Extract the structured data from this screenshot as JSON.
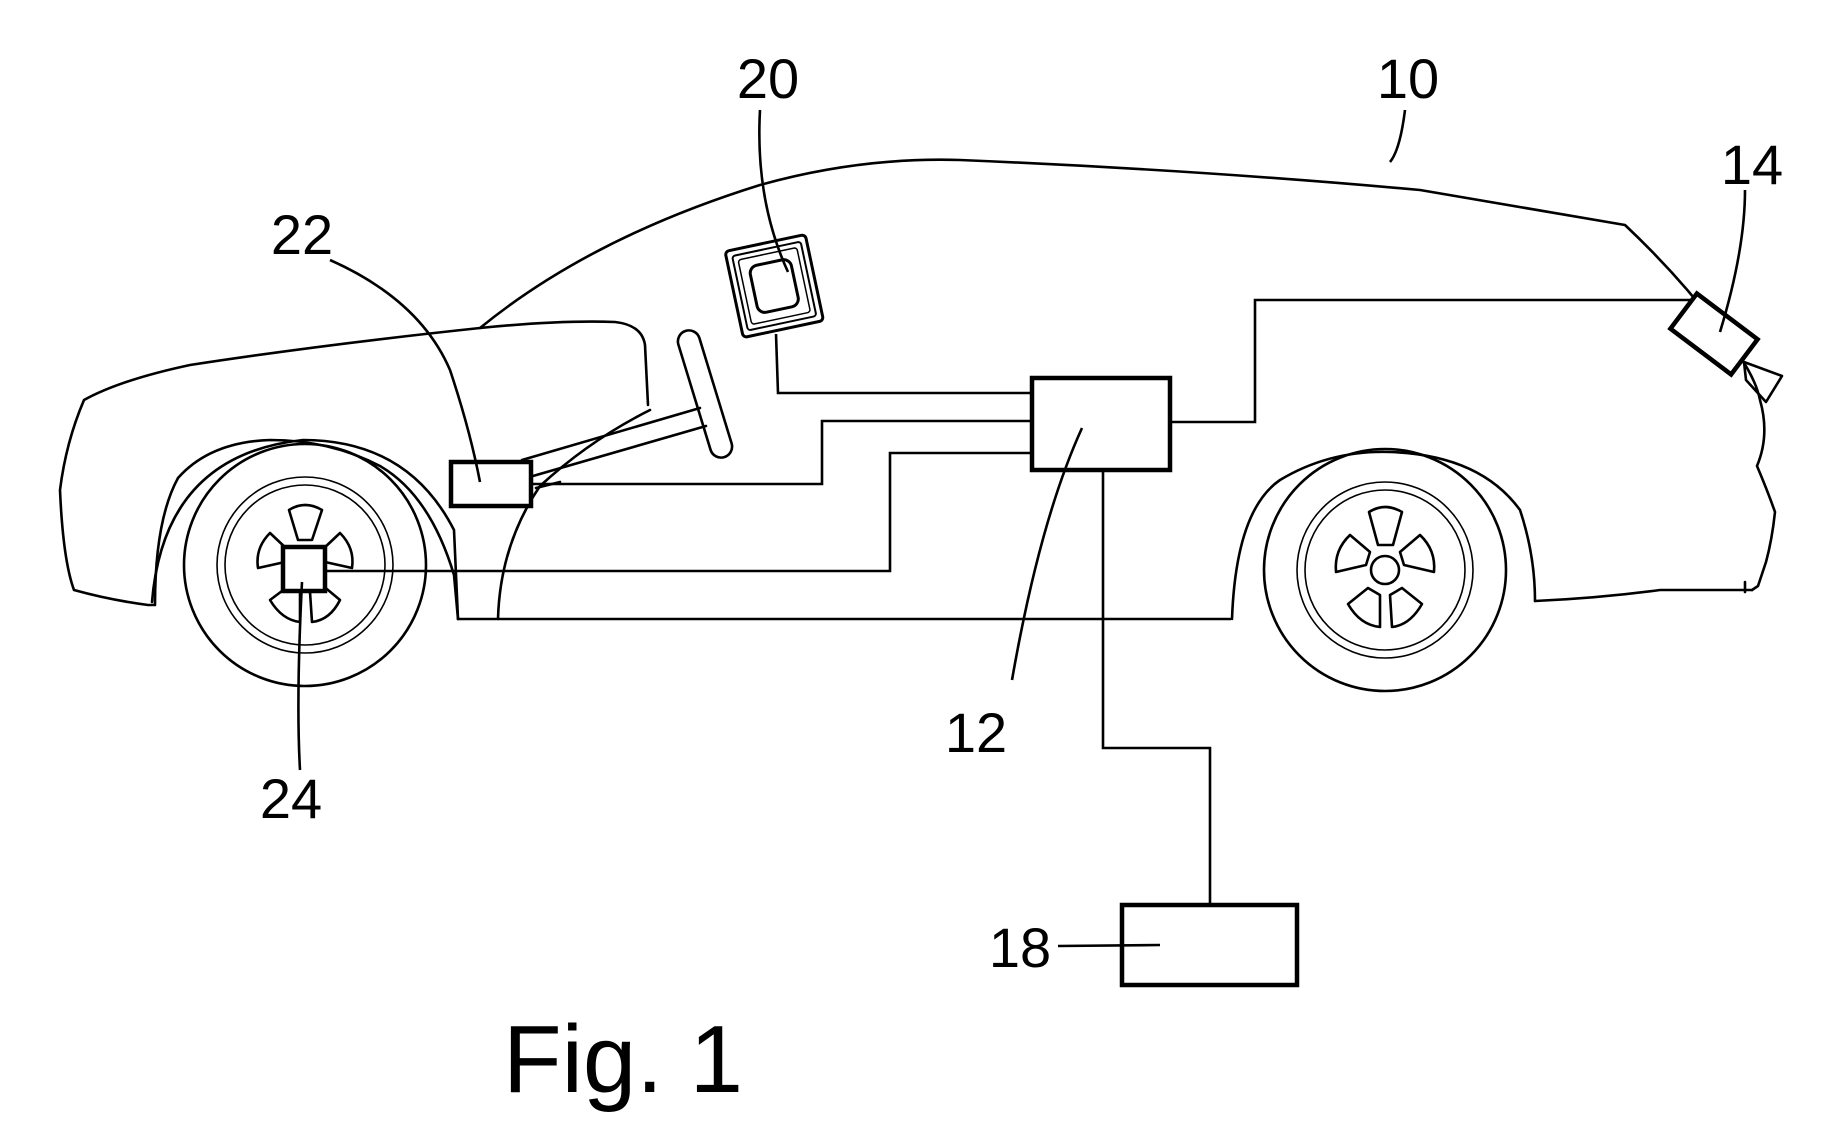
{
  "figure": {
    "caption": "Fig. 1",
    "reference_numerals": {
      "vehicle": "10",
      "control_unit": "12",
      "camera": "14",
      "external_unit": "18",
      "display": "20",
      "steering_sensor": "22",
      "wheel_sensor": "24"
    }
  }
}
